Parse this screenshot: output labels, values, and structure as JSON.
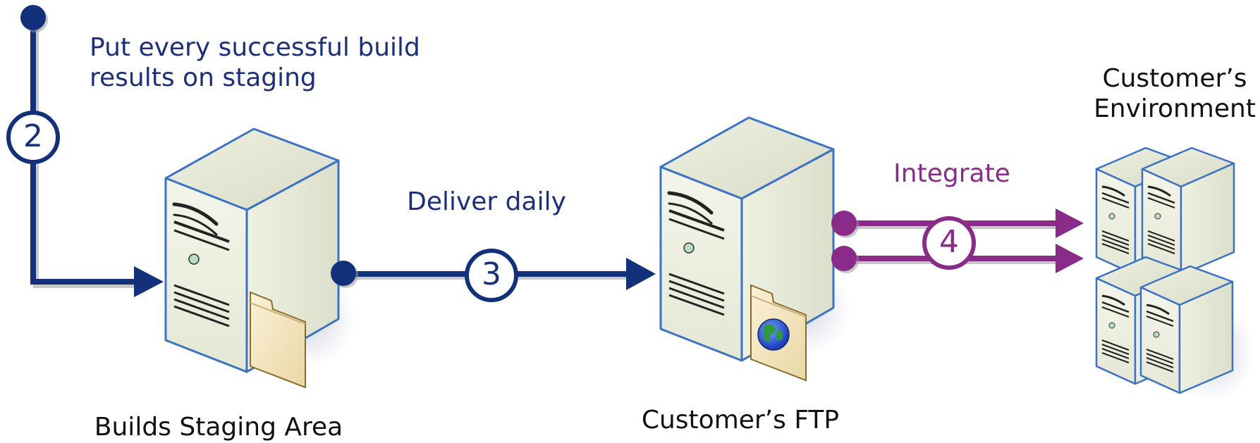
{
  "steps": [
    {
      "number": "2",
      "label_line1": "Put every successful build",
      "label_line2": "results on staging"
    },
    {
      "number": "3",
      "label": "Deliver daily"
    },
    {
      "number": "4",
      "label": "Integrate"
    }
  ],
  "nodes": {
    "staging": {
      "label": "Builds Staging Area"
    },
    "ftp": {
      "label": "Customer’s FTP"
    },
    "environment": {
      "label_line1": "Customer’s",
      "label_line2": "Environment"
    }
  },
  "colors": {
    "step_blue": "#13307a",
    "step_purple": "#8a2b8a",
    "server_face": "#ecefe0",
    "server_outline": "#3b72c4",
    "folder": "#f3e3bb"
  }
}
